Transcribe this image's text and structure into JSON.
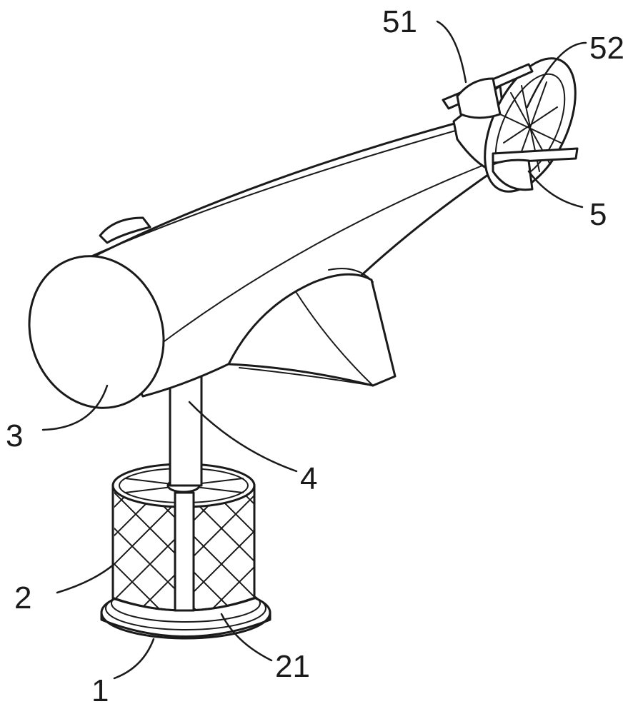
{
  "labels": {
    "l51": "51",
    "l52": "52",
    "l5": "5",
    "l3": "3",
    "l4": "4",
    "l2": "2",
    "l21": "21",
    "l1": "1"
  }
}
